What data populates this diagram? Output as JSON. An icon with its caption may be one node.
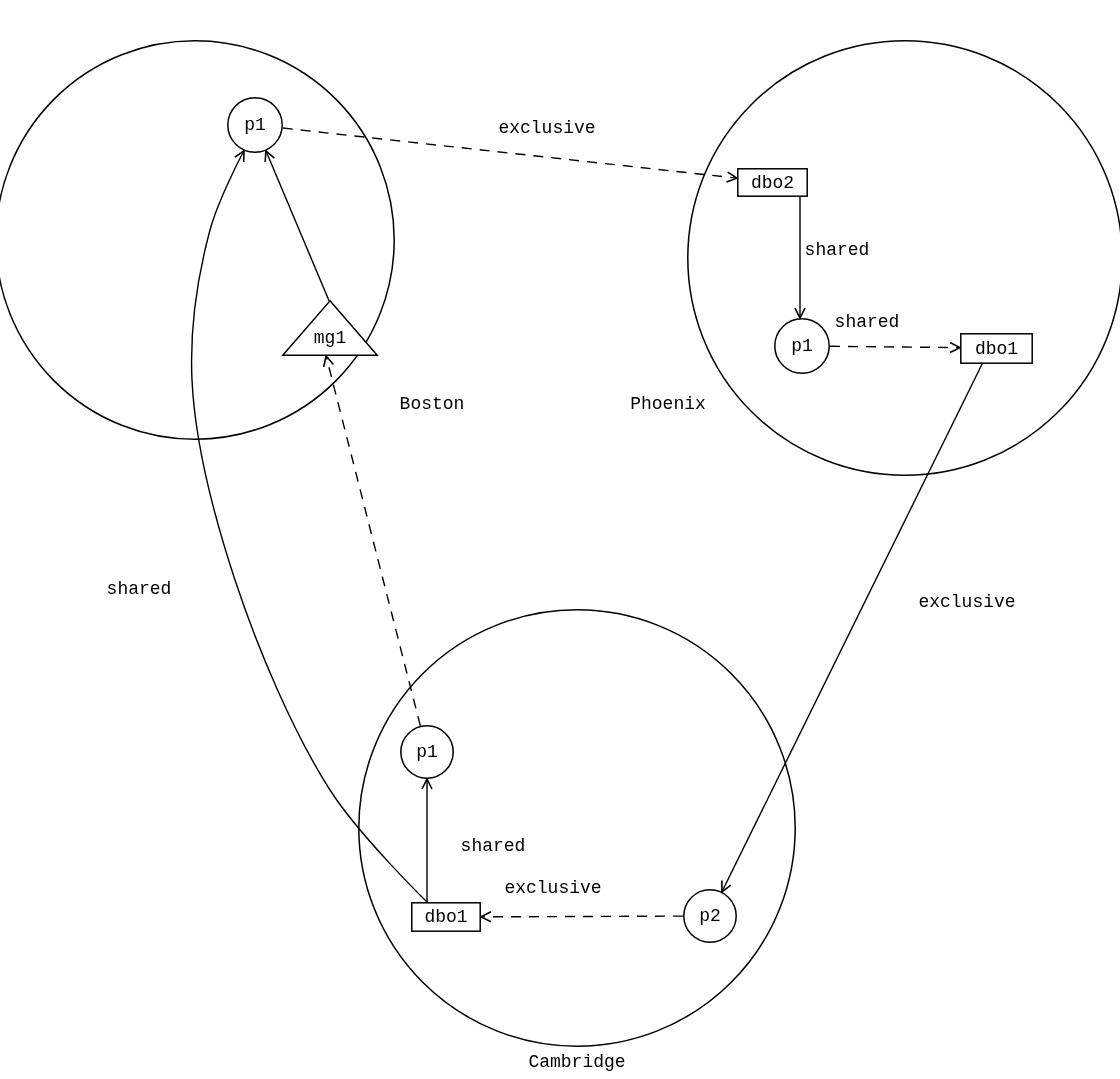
{
  "diagram": {
    "nodes": [
      {
        "text": [
          "Boston"
        ]
      },
      {
        "text": [
          "p1"
        ],
        "in": 0
      },
      {
        "text": [
          "mg1"
        ],
        "in": 0
      },
      {
        "text": [
          "Phoenix"
        ]
      },
      {
        "text": [
          "dbo2"
        ],
        "in": 3
      },
      {
        "text": [
          "p1"
        ],
        "in": 3
      },
      {
        "text": [
          "dbo1"
        ],
        "in": 3
      },
      {
        "text": [
          "Cambridge"
        ]
      },
      {
        "text": [
          "p1"
        ],
        "in": 7
      },
      {
        "text": [
          "dbo1"
        ],
        "in": 7
      },
      {
        "text": [
          "p2"
        ],
        "in": 7
      }
    ],
    "edges": [
      {
        "from": 1,
        "to": 4,
        "arrow": "to",
        "label": "exclusive",
        "style": "dashed"
      },
      {
        "from": 4,
        "to": 5,
        "arrow": "to",
        "label": "shared"
      },
      {
        "from": 5,
        "to": 6,
        "arrow": "to",
        "label": "shared",
        "style": "dashed"
      },
      {
        "from": 6,
        "to": 10,
        "arrow": "to",
        "label": "exclusive"
      },
      {
        "from": 10,
        "to": 9,
        "arrow": "to",
        "label": "exclusive",
        "style": "dashed"
      },
      {
        "from": 9,
        "to": 8,
        "arrow": "to",
        "label": "shared"
      },
      {
        "from": 8,
        "to": 2,
        "arrow": "to",
        "style": "dashed"
      },
      {
        "from": 2,
        "to": 1,
        "arrow": "to"
      },
      {
        "from": 9,
        "to": 1,
        "arrow": "to",
        "label": "shared"
      }
    ]
  }
}
